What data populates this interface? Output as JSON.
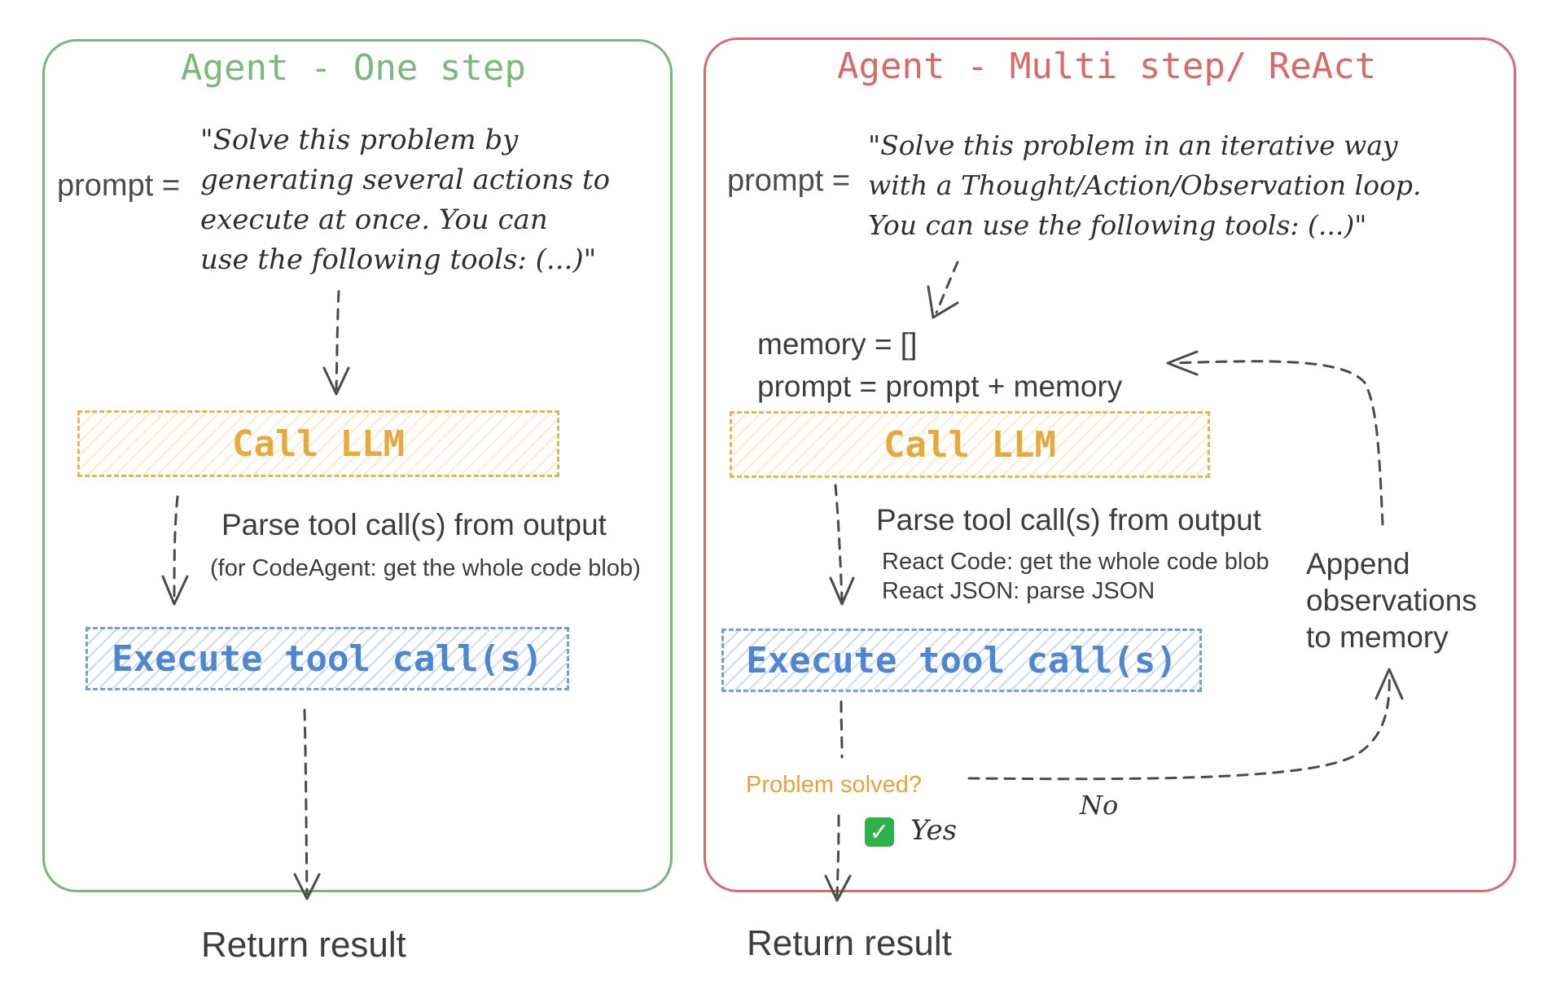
{
  "left": {
    "title": "Agent - One step",
    "prompt_label": "prompt =",
    "prompt_lines": [
      "\"Solve this problem by",
      "generating several actions to",
      "execute at once. You can",
      "use the following tools: (...)\""
    ],
    "call_llm": "Call LLM",
    "parse": "Parse tool call(s) from output",
    "parse_note": "(for CodeAgent: get the whole code blob)",
    "execute": "Execute tool call(s)",
    "return": "Return result"
  },
  "right": {
    "title": "Agent - Multi step/ ReAct",
    "prompt_label": "prompt =",
    "prompt_lines": [
      "\"Solve this problem in an iterative way",
      "with a Thought/Action/Observation loop.",
      "You can use the following tools: (...)\""
    ],
    "memory_init": "memory = []",
    "memory_prompt": "prompt = prompt + memory",
    "call_llm": "Call LLM",
    "parse": "Parse tool call(s) from output",
    "parse_code": "React Code: get the whole code blob",
    "parse_json": "React JSON: parse JSON",
    "execute": "Execute tool call(s)",
    "append": [
      "Append",
      "observations",
      "to memory"
    ],
    "problem_solved": "Problem solved?",
    "no": "No",
    "yes": "Yes",
    "return": "Return result"
  },
  "colors": {
    "green_border": "#7ab57a",
    "red_border": "#d86b6b",
    "llm": "#e5a93d",
    "exec": "#4f86d1",
    "question": "#e8a43a"
  }
}
